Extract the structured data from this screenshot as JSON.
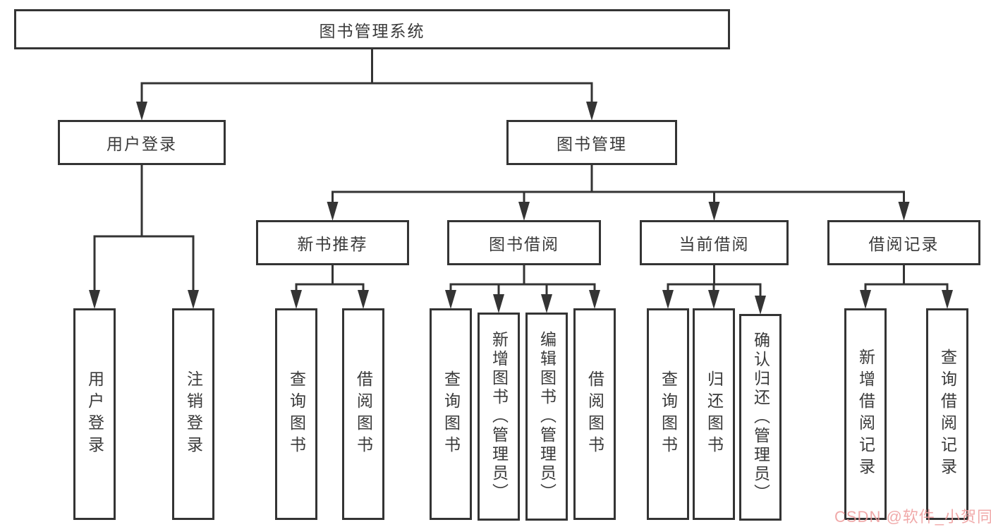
{
  "diagram_title": "图书管理系统",
  "colors": {
    "line": "#343434",
    "box_border": "#343434",
    "text": "#3a3a3a",
    "background": "#ffffff",
    "watermark": "#ee9b9b"
  },
  "watermark": {
    "text": "CSDN @软件_小贺同学"
  },
  "tree": {
    "id": "root",
    "label": "图书管理系统",
    "children": [
      {
        "id": "user-login",
        "label": "用户登录",
        "children": [
          {
            "id": "user-login-leaf",
            "label": "用户登录"
          },
          {
            "id": "logout-leaf",
            "label": "注销登录"
          }
        ]
      },
      {
        "id": "book-management",
        "label": "图书管理",
        "children": [
          {
            "id": "new-book-recommend",
            "label": "新书推荐",
            "children": [
              {
                "id": "nbr-query-books",
                "label": "查询图书"
              },
              {
                "id": "nbr-borrow-books",
                "label": "借阅图书"
              }
            ]
          },
          {
            "id": "book-borrowing",
            "label": "图书借阅",
            "children": [
              {
                "id": "bb-query-books",
                "label": "查询图书"
              },
              {
                "id": "bb-add-books",
                "label": "新增图书（管理员）"
              },
              {
                "id": "bb-edit-books",
                "label": "编辑图书（管理员）"
              },
              {
                "id": "bb-borrow-books",
                "label": "借阅图书"
              }
            ]
          },
          {
            "id": "current-borrowing",
            "label": "当前借阅",
            "children": [
              {
                "id": "cb-query-books",
                "label": "查询图书"
              },
              {
                "id": "cb-return-books",
                "label": "归还图书"
              },
              {
                "id": "cb-confirm-return",
                "label": "确认归还（管理员）"
              }
            ]
          },
          {
            "id": "borrowing-records",
            "label": "借阅记录",
            "children": [
              {
                "id": "br-add-record",
                "label": "新增借阅记录"
              },
              {
                "id": "br-query-record",
                "label": "查询借阅记录"
              }
            ]
          }
        ]
      }
    ]
  }
}
